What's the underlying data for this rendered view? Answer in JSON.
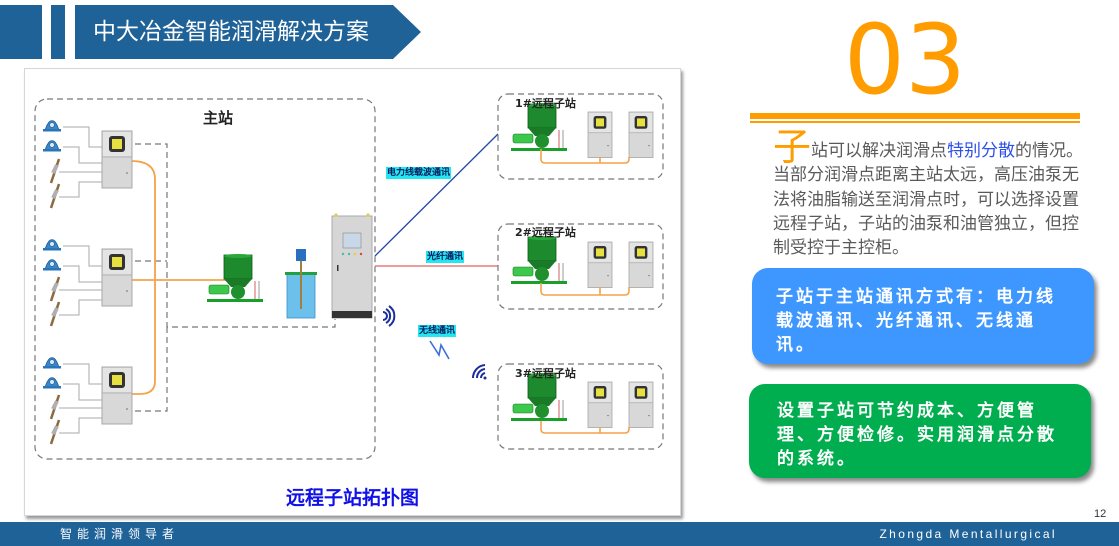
{
  "header": {
    "title": "中大冶金智能润滑解决方案"
  },
  "diagram": {
    "main_station_label": "主站",
    "sub_stations": [
      {
        "label": "1#远程子站"
      },
      {
        "label": "2#远程子站"
      },
      {
        "label": "3#远程子站"
      }
    ],
    "comm_links": {
      "powerline": "电力线载波通讯",
      "fiber": "光纤通讯",
      "wireless": "无线通讯"
    },
    "caption": "远程子站拓扑图",
    "colors": {
      "grease_line": "#f5a24a",
      "powerline_link": "#2846a8",
      "fiber_link": "#e06060",
      "wireless_icon": "#1a2d9c",
      "comm_label_bg": "#22e6f0"
    }
  },
  "section": {
    "number": "03",
    "accent_color": "#ff9c00"
  },
  "description": {
    "lead_char": "子",
    "part1": "站可以解决润滑点",
    "highlight": "特别分散",
    "part2": "的情况。当部分润滑点距离主站太远，高压油泵无法将油脂输送至润滑点时，可以选择设置远程子站，子站的油泵和油管独立，但控制受控于主控柜。"
  },
  "cards": {
    "blue": {
      "text": "子站于主站通讯方式有：电力线载波通讯、光纤通讯、无线通讯。",
      "color": "#3d97ff"
    },
    "green": {
      "text": "设置子站可节约成本、方便管理、方便检修。实用润滑点分散的系统。",
      "color": "#00ad4f"
    }
  },
  "page_number": "12",
  "footer": {
    "left": "智能润滑领导者",
    "right": "Zhongda Mentallurgical",
    "color": "#1f6298"
  }
}
